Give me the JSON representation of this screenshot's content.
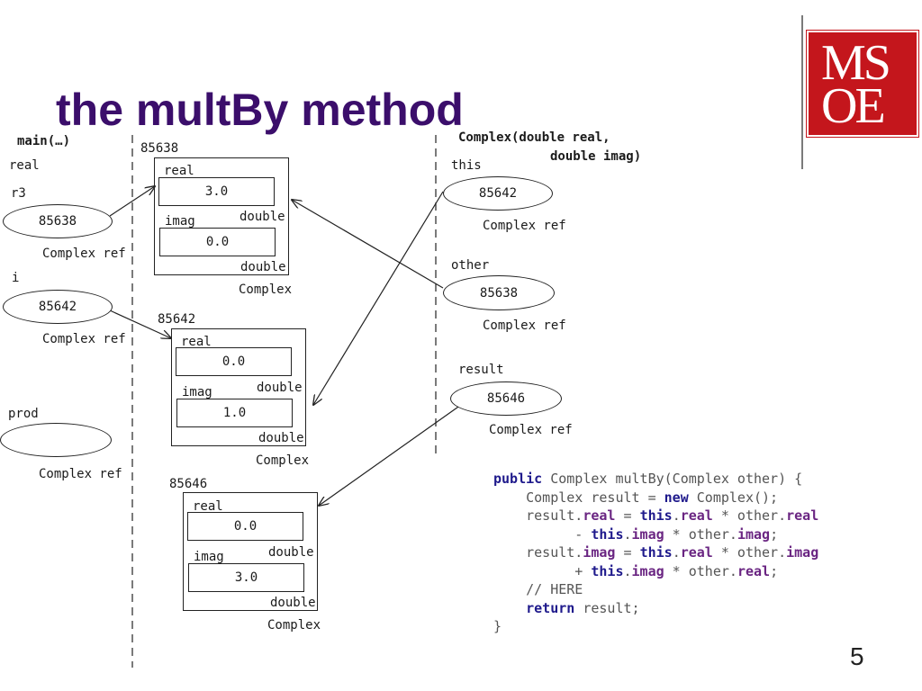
{
  "title": "the multBy method",
  "main_frame": {
    "header": "main(…)",
    "var_real": "real",
    "var_r3": "r3",
    "r3_value": "85638",
    "r3_type": "Complex ref",
    "var_i": "i",
    "i_value": "85642",
    "i_type": "Complex ref",
    "var_prod": "prod",
    "prod_value": "",
    "prod_type": "Complex ref"
  },
  "heap": [
    {
      "address": "85638",
      "real_label": "real",
      "real_value": "3.0",
      "real_type": "double",
      "imag_label": "imag",
      "imag_value": "0.0",
      "imag_type": "double",
      "class": "Complex"
    },
    {
      "address": "85642",
      "real_label": "real",
      "real_value": "0.0",
      "real_type": "double",
      "imag_label": "imag",
      "imag_value": "1.0",
      "imag_type": "double",
      "class": "Complex"
    },
    {
      "address": "85646",
      "real_label": "real",
      "real_value": "0.0",
      "real_type": "double",
      "imag_label": "imag",
      "imag_value": "3.0",
      "imag_type": "double",
      "class": "Complex"
    }
  ],
  "method_frame": {
    "header_line1": "Complex(double real,",
    "header_line2": "double imag)",
    "var_this": "this",
    "this_value": "85642",
    "this_type": "Complex ref",
    "var_other": "other",
    "other_value": "85638",
    "other_type": "Complex ref",
    "var_result": "result",
    "result_value": "85646",
    "result_type": "Complex ref"
  },
  "code": {
    "l1_kw": "public",
    "l1_rest": " Complex multBy(Complex other) {",
    "l2_a": "    Complex result = ",
    "l2_kw": "new",
    "l2_b": " Complex();",
    "l3_a": "    result.",
    "l3_f1": "real",
    "l3_b": " = ",
    "l3_kw": "this",
    "l3_c": ".",
    "l3_f2": "real",
    "l3_d": " * other.",
    "l3_f3": "real",
    "l4_a": "          - ",
    "l4_kw": "this",
    "l4_b": ".",
    "l4_f1": "imag",
    "l4_c": " * other.",
    "l4_f2": "imag",
    "l4_d": ";",
    "l5_a": "    result.",
    "l5_f1": "imag",
    "l5_b": " = ",
    "l5_kw": "this",
    "l5_c": ".",
    "l5_f2": "real",
    "l5_d": " * other.",
    "l5_f3": "imag",
    "l6_a": "          + ",
    "l6_kw": "this",
    "l6_b": ".",
    "l6_f1": "imag",
    "l6_c": " * other.",
    "l6_f2": "real",
    "l6_d": ";",
    "l7": "    // HERE",
    "l8_a": "    ",
    "l8_kw": "return",
    "l8_b": " result;",
    "l9": "}"
  },
  "logo": {
    "line1": "MS",
    "line2": "OE",
    "color": "#c4161c"
  },
  "page_number": "5",
  "colors": {
    "title": "#3b0e6b",
    "keyword": "#1f1a8c",
    "field": "#6a2582"
  }
}
